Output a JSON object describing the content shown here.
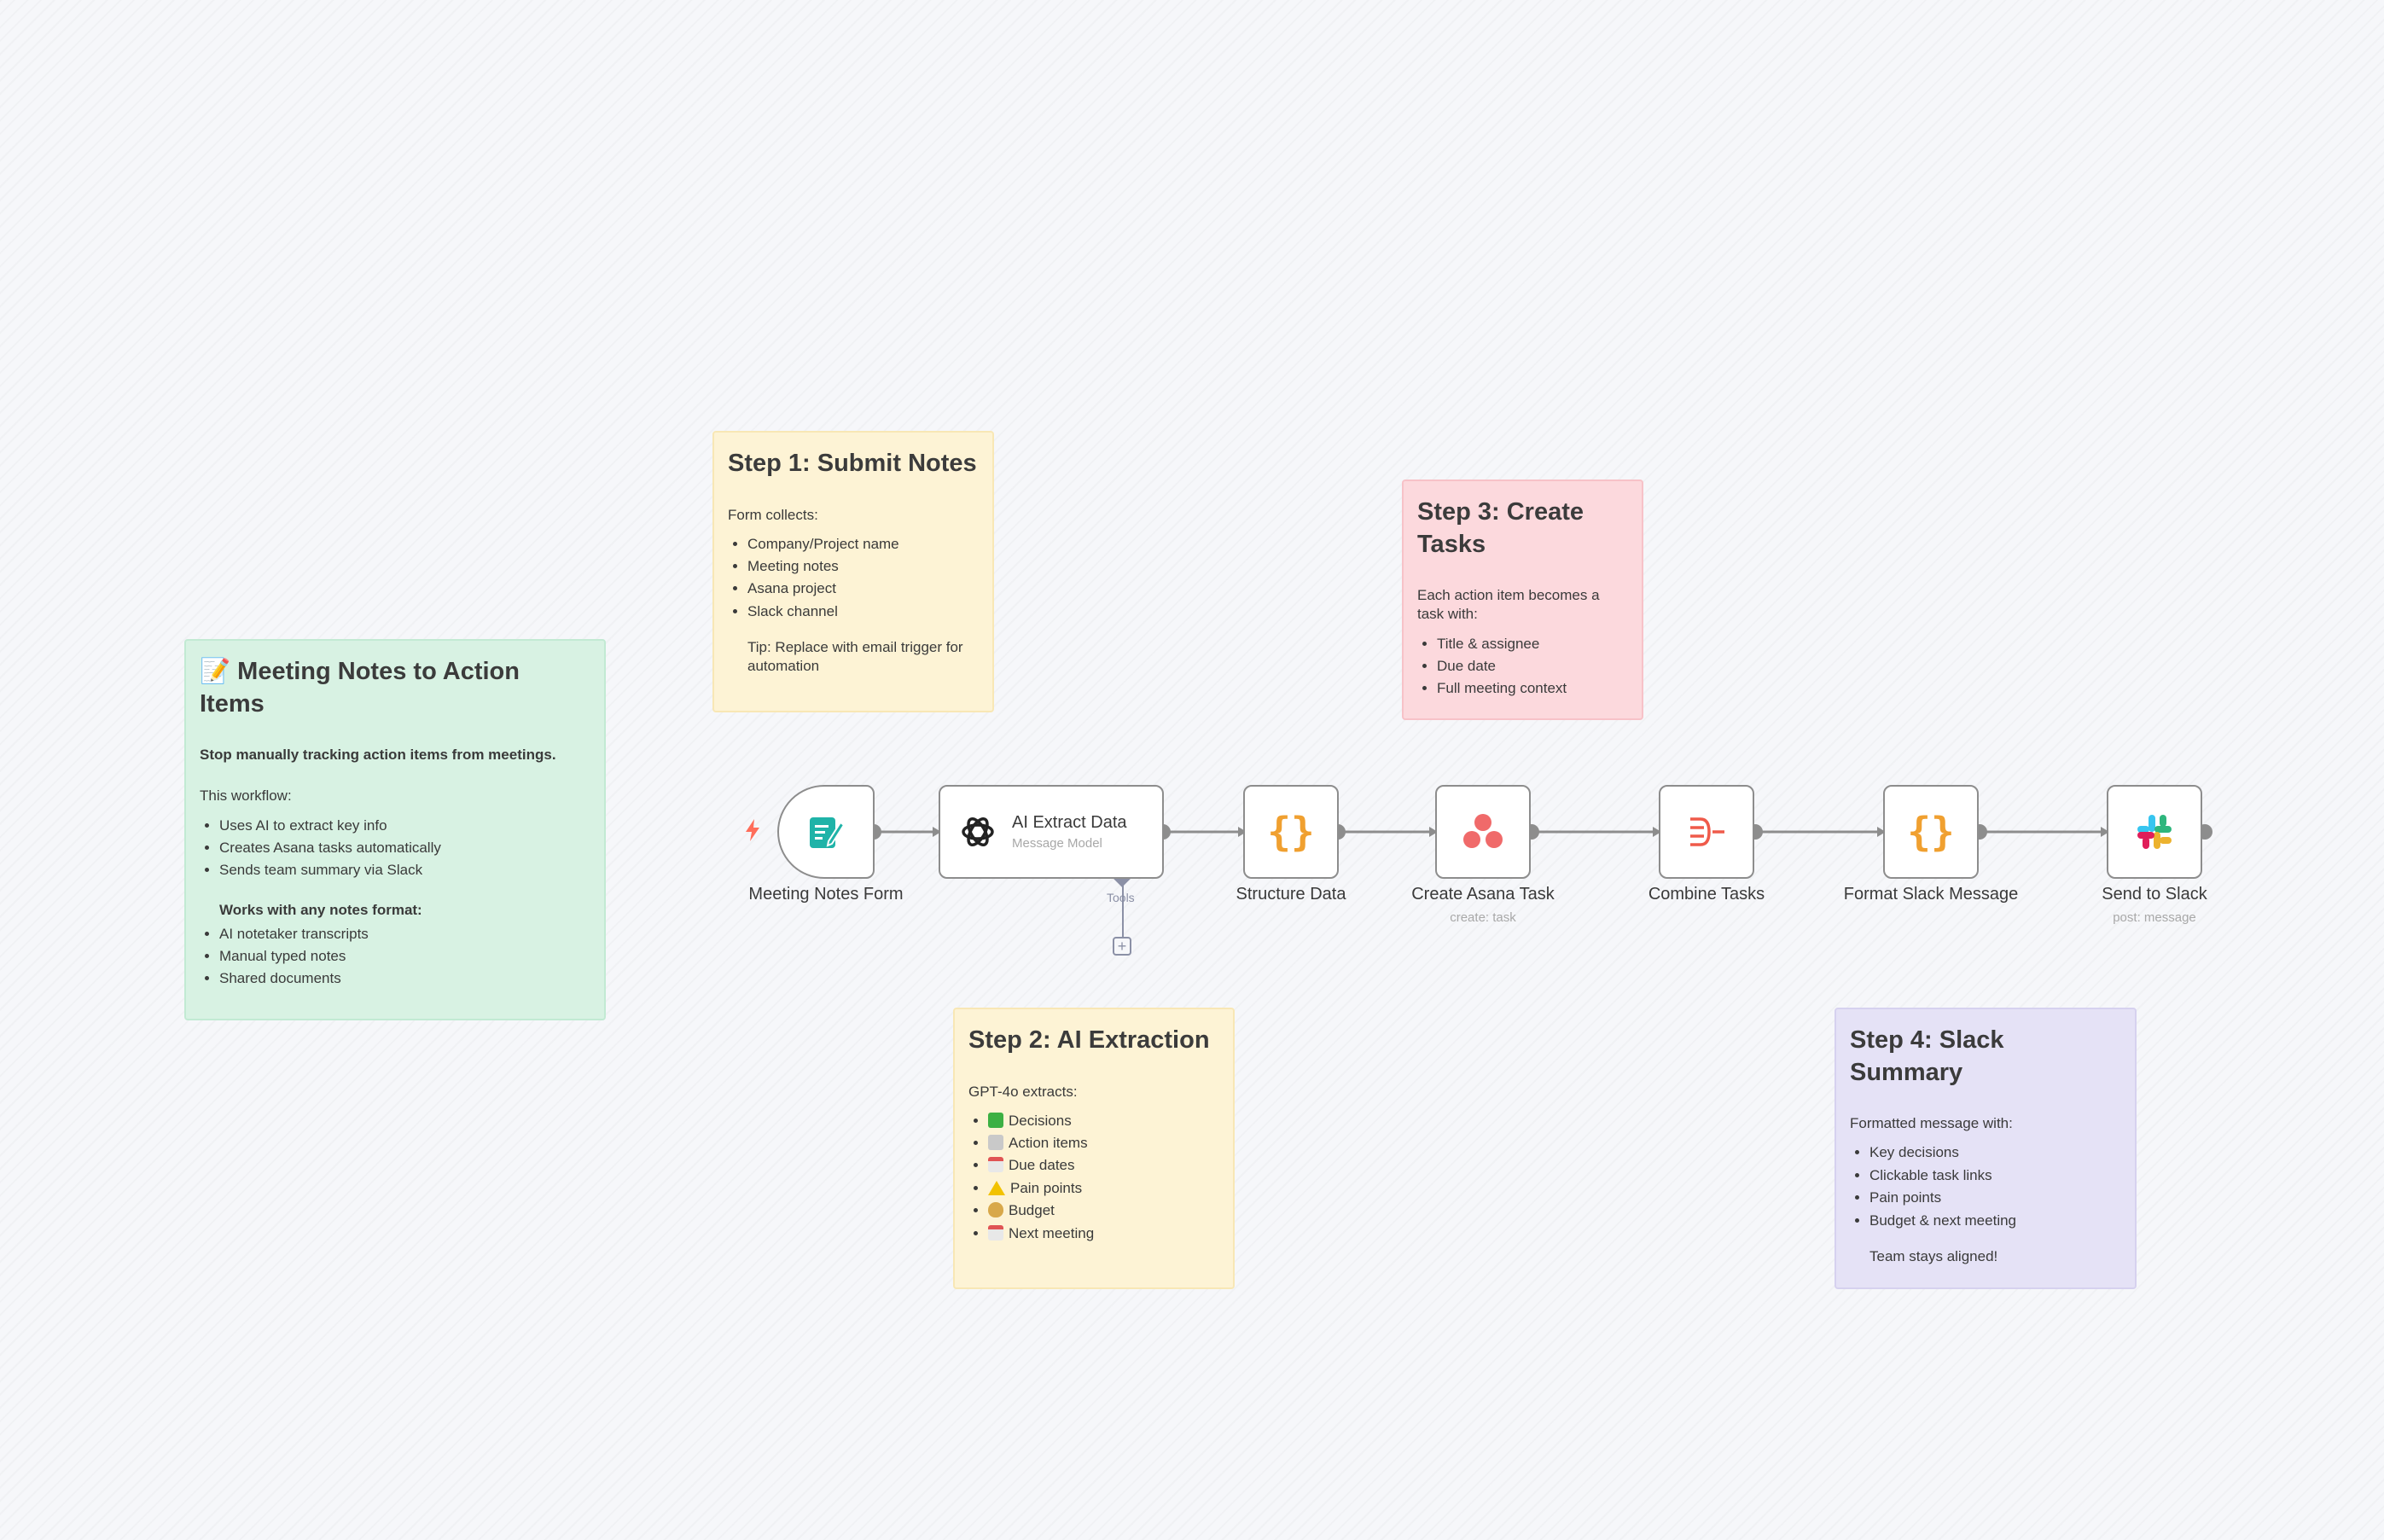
{
  "notes": {
    "main": {
      "title": "📝 Meeting Notes to Action Items",
      "lead": "Stop manually tracking action items from meetings.",
      "intro": "This workflow:",
      "items": [
        "Uses AI to extract key info",
        "Creates Asana tasks automatically",
        "Sends team summary via Slack"
      ],
      "subhead": "Works with any notes format:",
      "formats": [
        "AI notetaker transcripts",
        "Manual typed notes",
        "Shared documents"
      ]
    },
    "step1": {
      "title": "Step 1: Submit Notes",
      "intro": "Form collects:",
      "items": [
        "Company/Project name",
        "Meeting notes",
        "Asana project",
        "Slack channel"
      ],
      "tip": "Tip: Replace with email trigger for automation"
    },
    "step2": {
      "title": "Step 2: AI Extraction",
      "intro": "GPT-4o extracts:",
      "items": [
        "Decisions",
        "Action items",
        "Due dates",
        "Pain points",
        "Budget",
        "Next meeting"
      ]
    },
    "step3": {
      "title": "Step 3: Create Tasks",
      "intro": "Each action item becomes a task with:",
      "items": [
        "Title & assignee",
        "Due date",
        "Full meeting context"
      ]
    },
    "step4": {
      "title": "Step 4: Slack Summary",
      "intro": "Formatted message with:",
      "items": [
        "Key decisions",
        "Clickable task links",
        "Pain points",
        "Budget & next meeting"
      ],
      "outro": "Team stays aligned!"
    }
  },
  "nodes": {
    "form": {
      "label": "Meeting Notes Form",
      "icon": "form-icon"
    },
    "ai": {
      "title": "AI Extract Data",
      "subtitle": "Message Model",
      "icon": "openai-icon",
      "tools_label": "Tools"
    },
    "structure": {
      "label": "Structure Data",
      "icon": "code-braces-icon"
    },
    "asana": {
      "label": "Create Asana Task",
      "subtitle": "create: task",
      "icon": "asana-icon"
    },
    "combine": {
      "label": "Combine Tasks",
      "icon": "aggregate-icon"
    },
    "format": {
      "label": "Format Slack Message",
      "icon": "code-braces-icon"
    },
    "slack": {
      "label": "Send to Slack",
      "subtitle": "post: message",
      "icon": "slack-icon"
    }
  },
  "colors": {
    "teal": "#1fb3a8",
    "orange": "#f0a030",
    "asana": "#f06a6a",
    "combine": "#ef5a4a",
    "trigger_bolt": "#ff6d5a",
    "connector": "#8d8d8d",
    "tools": "#8b90a6"
  }
}
